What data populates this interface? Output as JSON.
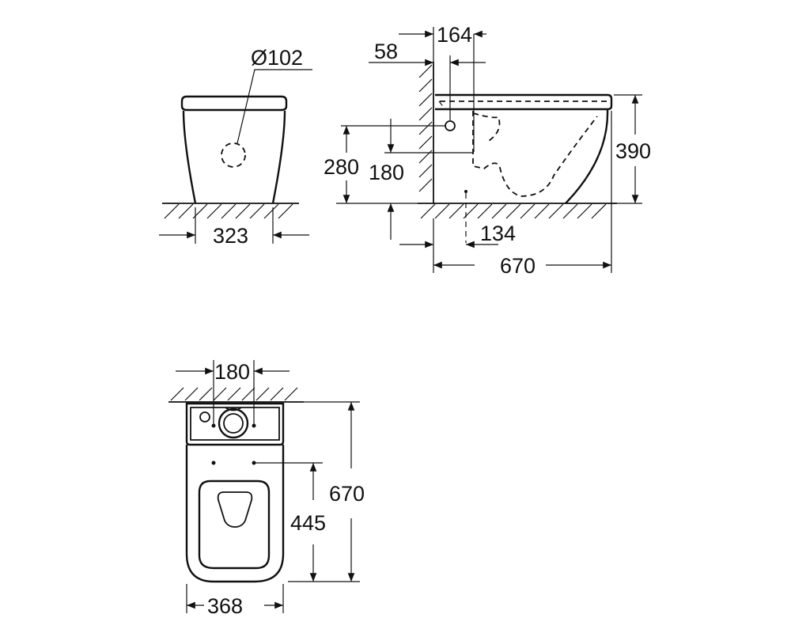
{
  "front_view": {
    "outlet_diameter": "Ø102",
    "width": "323"
  },
  "side_view": {
    "dim_164": "164",
    "dim_58": "58",
    "dim_280": "280",
    "dim_180": "180",
    "dim_390": "390",
    "dim_134": "134",
    "dim_670": "670"
  },
  "top_view": {
    "dim_180": "180",
    "dim_670": "670",
    "dim_445": "445",
    "dim_368": "368"
  }
}
